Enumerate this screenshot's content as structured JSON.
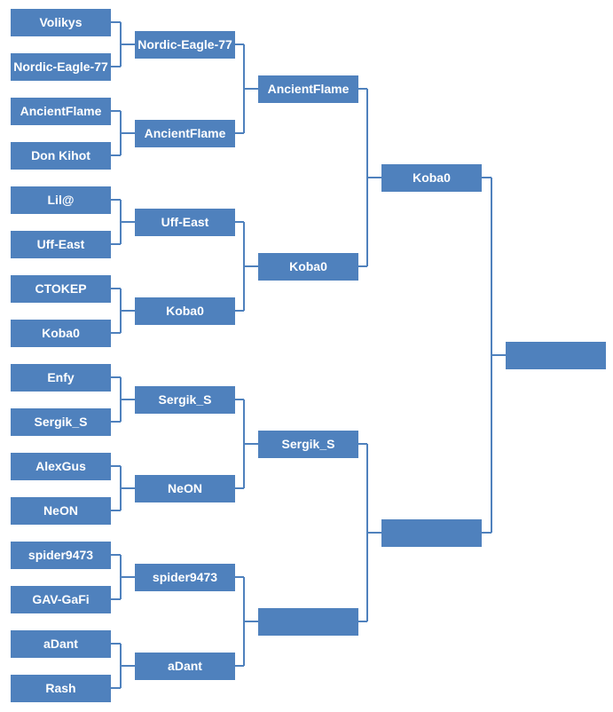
{
  "rounds": [
    [
      "Volikys",
      "Nordic-Eagle-77",
      "AncientFlame",
      "Don Kihot",
      "Lil@",
      "Uff-East",
      "CTOKEP",
      "Koba0",
      "Enfy",
      "Sergik_S",
      "AlexGus",
      "NeON",
      "spider9473",
      "GAV-GaFi",
      "aDant",
      "Rash"
    ],
    [
      "Nordic-Eagle-77",
      "AncientFlame",
      "Uff-East",
      "Koba0",
      "Sergik_S",
      "NeON",
      "spider9473",
      "aDant"
    ],
    [
      "AncientFlame",
      "Koba0",
      "Sergik_S",
      ""
    ],
    [
      "Koba0",
      ""
    ],
    [
      ""
    ]
  ],
  "colors": {
    "box_fill": "#4f81bd",
    "connector": "#4f81bd",
    "text": "#ffffff"
  }
}
